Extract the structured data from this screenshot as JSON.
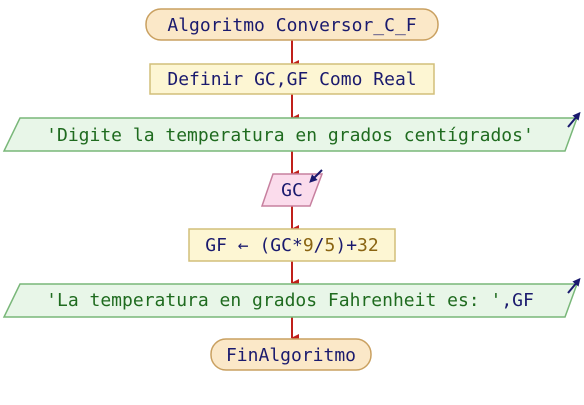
{
  "flowchart": {
    "start": {
      "keyword": "Algoritmo",
      "name": "Conversor_C_F"
    },
    "define": {
      "keyword": "Definir",
      "vars": "GC,GF",
      "type_kw": "Como Real"
    },
    "output1": {
      "text": "'Digite la temperatura en grados centígrados'"
    },
    "input": {
      "text": "GC"
    },
    "assign": {
      "target": "GF",
      "arrow": "←",
      "open": "(GC*",
      "n1": "9",
      "slash": "/",
      "n2": "5",
      "close": ")+",
      "n3": "32"
    },
    "output2": {
      "str": "'La temperatura en grados Fahrenheit es: '",
      "rest": ",GF"
    },
    "end": {
      "keyword": "FinAlgoritmo"
    }
  },
  "colors": {
    "terminal_fill": "#fbe8c8",
    "terminal_stroke": "#c9a060",
    "process_fill": "#fdf6d3",
    "process_stroke": "#d2bf7a",
    "io_fill": "#e8f6e8",
    "io_stroke": "#79b779",
    "input_fill": "#fbdcec",
    "input_stroke": "#c7809f",
    "connector": "#c0201a",
    "keyword": "#1a1a6e",
    "string": "#1f6b1f",
    "number": "#8a6412"
  }
}
